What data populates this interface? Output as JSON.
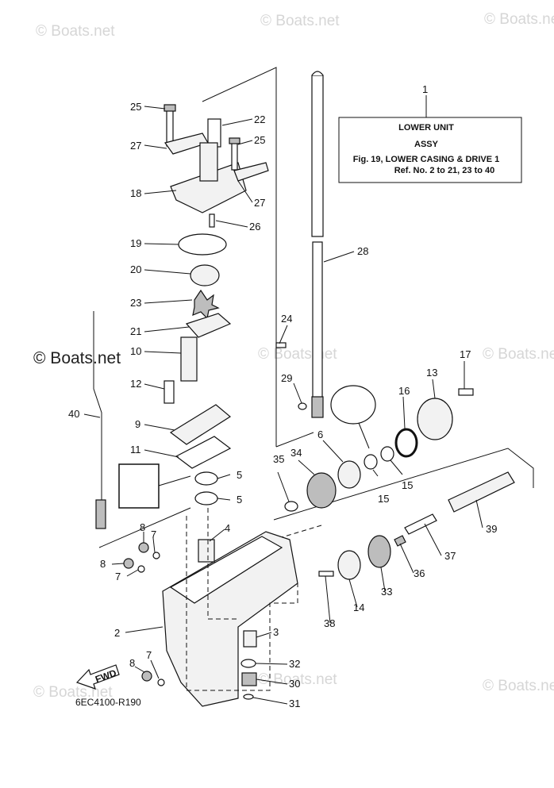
{
  "watermarks": [
    "© Boats.net",
    "© Boats.net",
    "© Boats.net",
    "© Boats.net",
    "© Boats.net",
    "© Boats.net",
    "© Boats.net",
    "© Boats.net",
    "© Boats.net"
  ],
  "info_box": {
    "ref_number": "1",
    "line1": "LOWER UNIT",
    "line2": "ASSY",
    "line3": "Fig. 19, LOWER CASING & DRIVE 1",
    "line4": "Ref. No. 2 to 21, 23 to 40"
  },
  "diagram_code": "6EC4100-R190",
  "fwd_label": "FWD",
  "callouts": {
    "c25a": "25",
    "c22": "22",
    "c27a": "27",
    "c25b": "25",
    "c18": "18",
    "c27b": "27",
    "c26": "26",
    "c19": "19",
    "c20": "20",
    "c23": "23",
    "c21": "21",
    "c10": "10",
    "c12": "12",
    "c9": "9",
    "c11": "11",
    "c40": "40",
    "c28": "28",
    "c24": "24",
    "c29": "29",
    "c17": "17",
    "c13": "13",
    "c16": "16",
    "c6": "6",
    "c15a": "15",
    "c15b": "15",
    "c34": "34",
    "c35": "35",
    "c5a": "5",
    "c5b": "5",
    "c4": "4",
    "c8a": "8",
    "c7a": "7",
    "c8b": "8",
    "c7b": "7",
    "c39": "39",
    "c37": "37",
    "c36": "36",
    "c33": "33",
    "c14": "14",
    "c38": "38",
    "c2": "2",
    "c3": "3",
    "c32": "32",
    "c30": "30",
    "c31": "31",
    "c8c": "8",
    "c7c": "7"
  }
}
